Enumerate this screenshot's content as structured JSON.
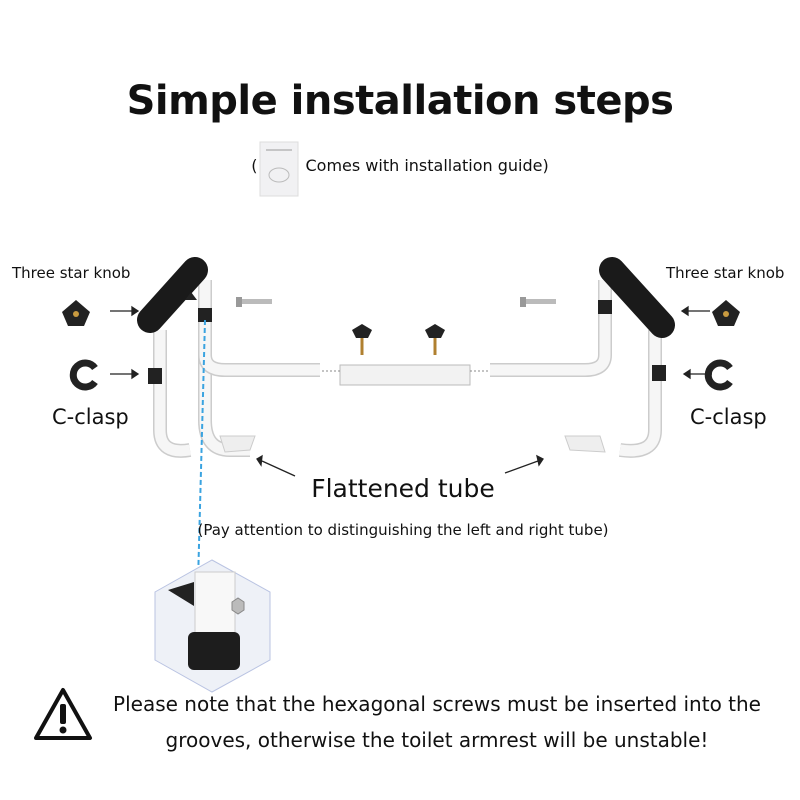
{
  "title": "Simple installation steps",
  "subtitle": {
    "open_paren": "(",
    "text": "Comes with installation guide)"
  },
  "labels": {
    "knob_left": "Three star knob",
    "knob_right": "Three star knob",
    "clasp_left": "C-clasp",
    "clasp_right": "C-clasp",
    "flattened_tube": "Flattened tube",
    "note": "(Pay attention to distinguishing the left and right tube)"
  },
  "warning": {
    "line1": "Please note that the hexagonal screws must be inserted into the",
    "line2": "grooves, otherwise the toilet armrest will be unstable!"
  },
  "colors": {
    "dashed_line": "#3aa3e0",
    "foam": "#1a1a1a",
    "tube": "#f4f4f4"
  }
}
